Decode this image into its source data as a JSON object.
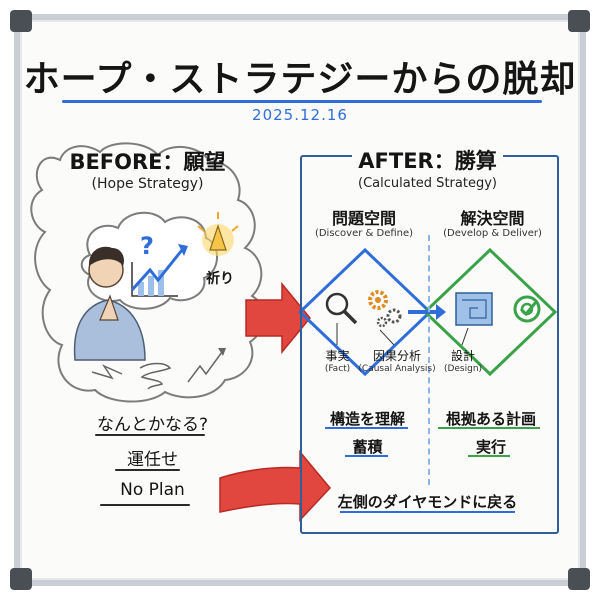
{
  "title": "ホープ・ストラテジーからの脱却",
  "date": "2025.12.16",
  "before": {
    "heading": "BEFORE：願望",
    "subheading": "(Hope Strategy)",
    "pray_label": "祈り",
    "lines": [
      "なんとかなる?",
      "運任せ",
      "No Plan"
    ]
  },
  "after": {
    "heading": "AFTER：勝算",
    "subheading": "(Calculated Strategy)",
    "problem_space": {
      "title": "問題空間",
      "subtitle": "(Discover & Define)"
    },
    "solution_space": {
      "title": "解決空間",
      "subtitle": "(Develop & Deliver)"
    },
    "fact": {
      "label": "事実",
      "sub": "(Fact)"
    },
    "causal": {
      "label": "因果分析",
      "sub": "(Causal Analysis)"
    },
    "design": {
      "label": "設計",
      "sub": "(Design)"
    },
    "left_results": [
      "構造を理解",
      "蓄積"
    ],
    "right_results": [
      "根拠ある計画",
      "実行"
    ],
    "footer": "左側のダイヤモンドに戻る"
  },
  "colors": {
    "accent_blue": "#2f6ed8",
    "accent_green": "#3aa34a",
    "accent_red": "#e0463d",
    "ink": "#151515"
  }
}
